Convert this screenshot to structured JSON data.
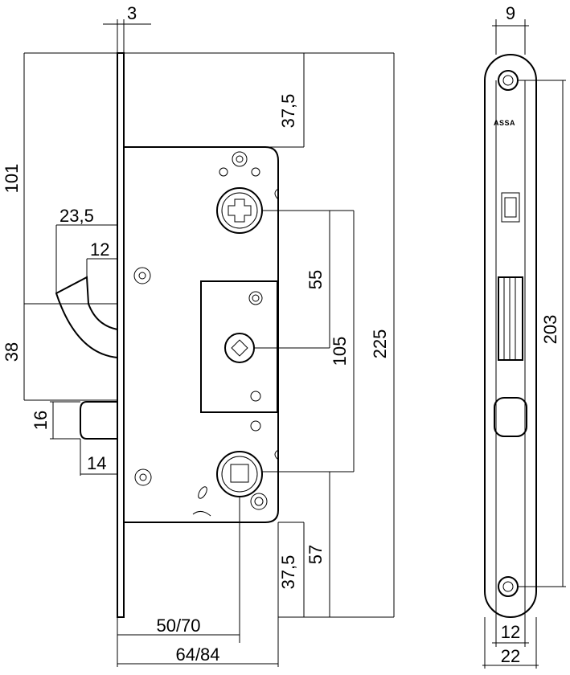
{
  "brand": "ASSA",
  "dimensions": {
    "top_offset": "3",
    "top_to_spindle": "101",
    "deadbolt_projection": "23,5",
    "deadbolt_inner": "12",
    "upper_case_edge": "37,5",
    "spindle_to_center": "55",
    "follower_height": "38",
    "center_distance": "105",
    "total_height": "225",
    "latch_height": "16",
    "latch_projection": "14",
    "lower_case_edge": "37,5",
    "lower_to_cylinder": "57",
    "backset": "50/70",
    "case_depth": "64/84",
    "plate_thickness": "9",
    "plate_hole_distance": "203",
    "plate_inner_width": "12",
    "plate_width": "22"
  }
}
